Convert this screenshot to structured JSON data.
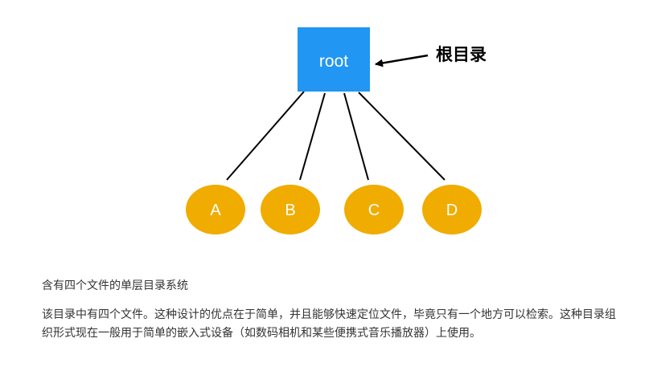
{
  "diagram": {
    "root": {
      "label": "root",
      "color": "#2196F3"
    },
    "annotation": {
      "label": "根目录"
    },
    "nodes": [
      {
        "label": "A",
        "color": "#F0AC00"
      },
      {
        "label": "B",
        "color": "#F0AC00"
      },
      {
        "label": "C",
        "color": "#F0AC00"
      },
      {
        "label": "D",
        "color": "#F0AC00"
      }
    ],
    "edges": [
      {
        "from": "root",
        "to": "A"
      },
      {
        "from": "root",
        "to": "B"
      },
      {
        "from": "root",
        "to": "C"
      },
      {
        "from": "root",
        "to": "D"
      }
    ]
  },
  "caption": "含有四个文件的单层目录系统",
  "paragraph": "该目录中有四个文件。这种设计的优点在于简单，并且能够快速定位文件，毕竟只有一个地方可以检索。这种目录组织形式现在一般用于简单的嵌入式设备（如数码相机和某些便携式音乐播放器）上使用。"
}
